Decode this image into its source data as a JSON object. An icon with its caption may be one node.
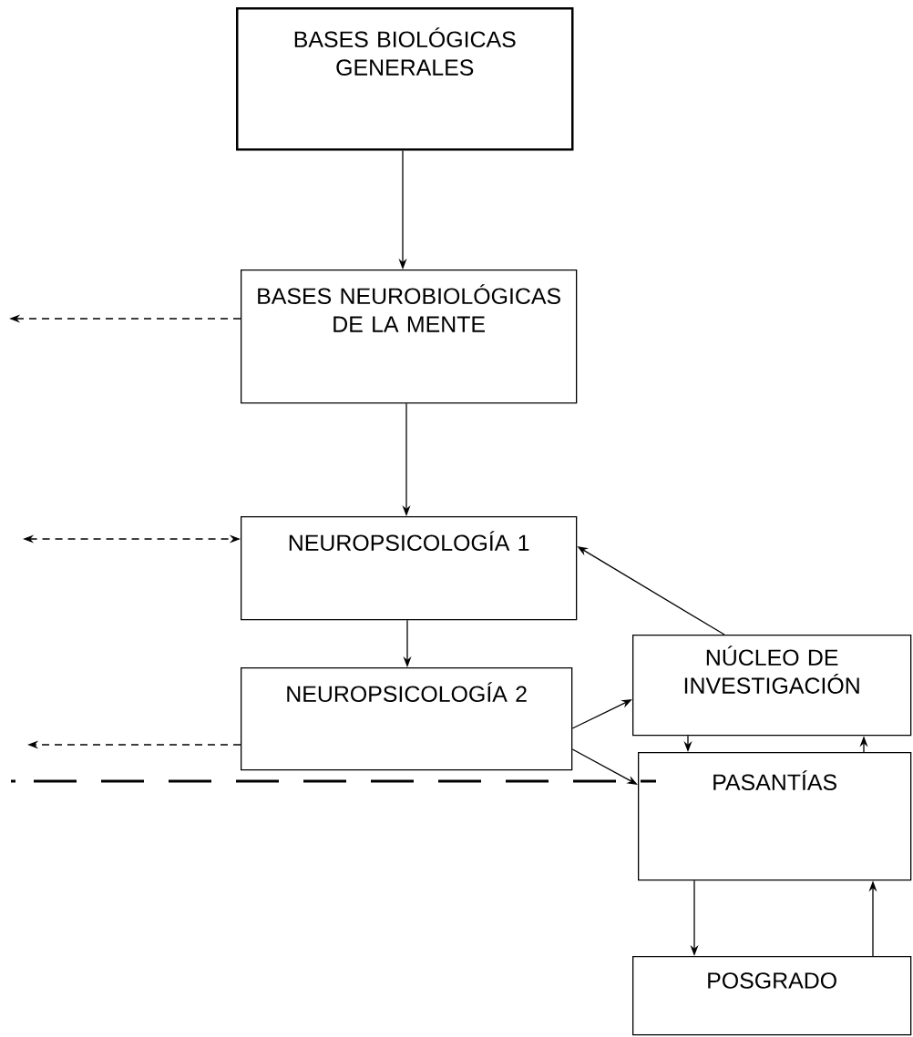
{
  "diagram": {
    "nodes": [
      {
        "text": [
          "BASES BIOLÓGICAS GENERALES"
        ]
      },
      {
        "text": [
          "BASES NEUROBIOLÓGICAS DE LA MENTE"
        ]
      },
      {
        "text": [
          "NEUROPSICOLOGÍA 1"
        ]
      },
      {
        "text": [
          "NEUROPSICOLOGÍA 2"
        ]
      },
      {
        "text": [
          "NÚCLEO DE INVESTIGACIÓN"
        ]
      },
      {
        "text": [
          "PASANTÍAS"
        ]
      },
      {
        "text": [
          "POSGRADO"
        ]
      }
    ],
    "edges": [
      {
        "from": 0,
        "to": 1,
        "arrow": "to"
      },
      {
        "from": 1,
        "to": 2,
        "arrow": "to"
      },
      {
        "from": 2,
        "to": 3,
        "arrow": "to"
      },
      {
        "from": 3,
        "to": 4,
        "arrow": "to"
      },
      {
        "from": 3,
        "to": 5,
        "arrow": "to"
      },
      {
        "from": 4,
        "to": 2,
        "arrow": "to"
      },
      {
        "from": 4,
        "to": 5,
        "arrow": "to"
      },
      {
        "from": 5,
        "to": 4,
        "arrow": "to"
      },
      {
        "from": 5,
        "to": 6,
        "arrow": "to"
      },
      {
        "from": 6,
        "to": 5,
        "arrow": "to"
      },
      {
        "from": 1,
        "to": null,
        "arrow": "to",
        "style": "dashed"
      },
      {
        "from": null,
        "to": 2,
        "arrow": "both",
        "style": "dashed"
      },
      {
        "from": 3,
        "to": null,
        "arrow": "to",
        "style": "dashed"
      }
    ]
  }
}
